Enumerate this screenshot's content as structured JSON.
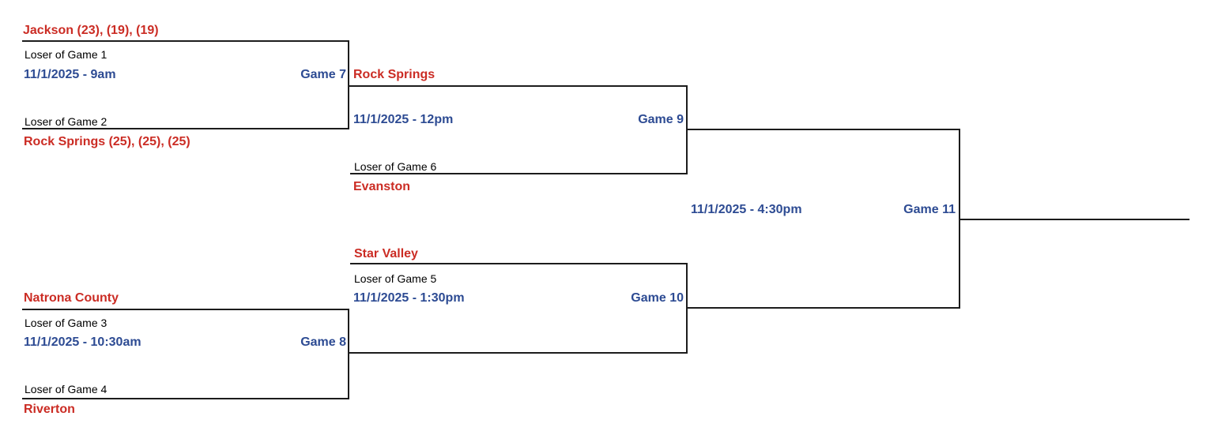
{
  "colors": {
    "team_name": "#cb2c24",
    "schedule": "#2d4b93",
    "slot_label": "#000000",
    "line": "#1c1c1c",
    "background": "#ffffff"
  },
  "games": {
    "game7": {
      "label": "Game 7",
      "datetime": "11/1/2025 - 9am",
      "top_team": "Jackson (23), (19), (19)",
      "top_slot": "Loser of Game 1",
      "bottom_slot": "Loser of Game 2",
      "bottom_team": "Rock Springs (25), (25), (25)"
    },
    "game8": {
      "label": "Game 8",
      "datetime": "11/1/2025 - 10:30am",
      "top_team": "Natrona County",
      "top_slot": "Loser of Game 3",
      "bottom_slot": "Loser of Game 4",
      "bottom_team": "Riverton"
    },
    "game9": {
      "label": "Game 9",
      "datetime": "11/1/2025 - 12pm",
      "top_team": "Rock Springs",
      "bottom_slot": "Loser of Game 6",
      "bottom_team": "Evanston"
    },
    "game10": {
      "label": "Game 10",
      "datetime": "11/1/2025 - 1:30pm",
      "top_team": "Star Valley",
      "top_slot": "Loser of Game 5"
    },
    "game11": {
      "label": "Game 11",
      "datetime": "11/1/2025 - 4:30pm"
    }
  }
}
